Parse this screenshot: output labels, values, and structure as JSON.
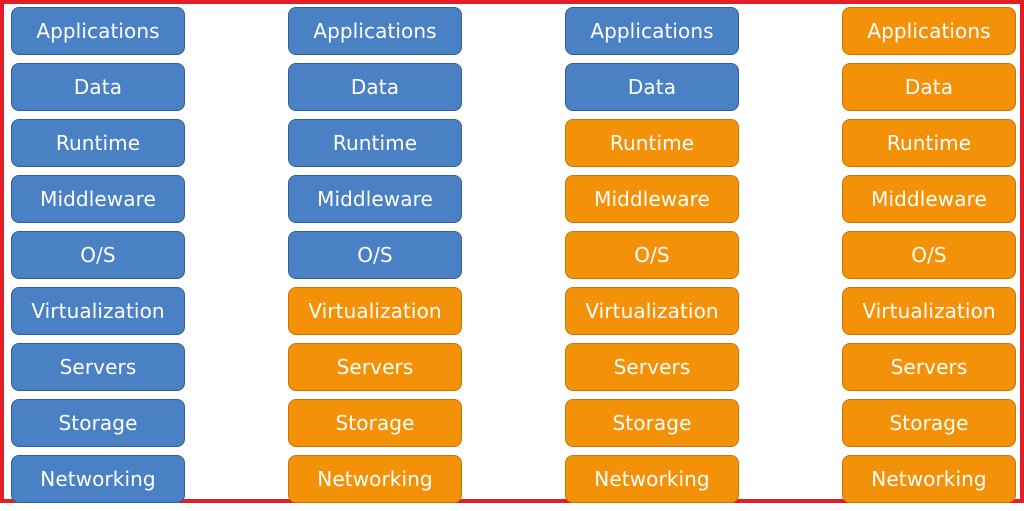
{
  "colors": {
    "frame": "#e41e26",
    "customer_managed": "#4a81c5",
    "provider_managed": "#f39208"
  },
  "columns": [
    {
      "layers": [
        {
          "label": "Applications",
          "owner": "customer"
        },
        {
          "label": "Data",
          "owner": "customer"
        },
        {
          "label": "Runtime",
          "owner": "customer"
        },
        {
          "label": "Middleware",
          "owner": "customer"
        },
        {
          "label": "O/S",
          "owner": "customer"
        },
        {
          "label": "Virtualization",
          "owner": "customer"
        },
        {
          "label": "Servers",
          "owner": "customer"
        },
        {
          "label": "Storage",
          "owner": "customer"
        },
        {
          "label": "Networking",
          "owner": "customer"
        }
      ]
    },
    {
      "layers": [
        {
          "label": "Applications",
          "owner": "customer"
        },
        {
          "label": "Data",
          "owner": "customer"
        },
        {
          "label": "Runtime",
          "owner": "customer"
        },
        {
          "label": "Middleware",
          "owner": "customer"
        },
        {
          "label": "O/S",
          "owner": "customer"
        },
        {
          "label": "Virtualization",
          "owner": "provider"
        },
        {
          "label": "Servers",
          "owner": "provider"
        },
        {
          "label": "Storage",
          "owner": "provider"
        },
        {
          "label": "Networking",
          "owner": "provider"
        }
      ]
    },
    {
      "layers": [
        {
          "label": "Applications",
          "owner": "customer"
        },
        {
          "label": "Data",
          "owner": "customer"
        },
        {
          "label": "Runtime",
          "owner": "provider"
        },
        {
          "label": "Middleware",
          "owner": "provider"
        },
        {
          "label": "O/S",
          "owner": "provider"
        },
        {
          "label": "Virtualization",
          "owner": "provider"
        },
        {
          "label": "Servers",
          "owner": "provider"
        },
        {
          "label": "Storage",
          "owner": "provider"
        },
        {
          "label": "Networking",
          "owner": "provider"
        }
      ]
    },
    {
      "layers": [
        {
          "label": "Applications",
          "owner": "provider"
        },
        {
          "label": "Data",
          "owner": "provider"
        },
        {
          "label": "Runtime",
          "owner": "provider"
        },
        {
          "label": "Middleware",
          "owner": "provider"
        },
        {
          "label": "O/S",
          "owner": "provider"
        },
        {
          "label": "Virtualization",
          "owner": "provider"
        },
        {
          "label": "Servers",
          "owner": "provider"
        },
        {
          "label": "Storage",
          "owner": "provider"
        },
        {
          "label": "Networking",
          "owner": "provider"
        }
      ]
    }
  ]
}
